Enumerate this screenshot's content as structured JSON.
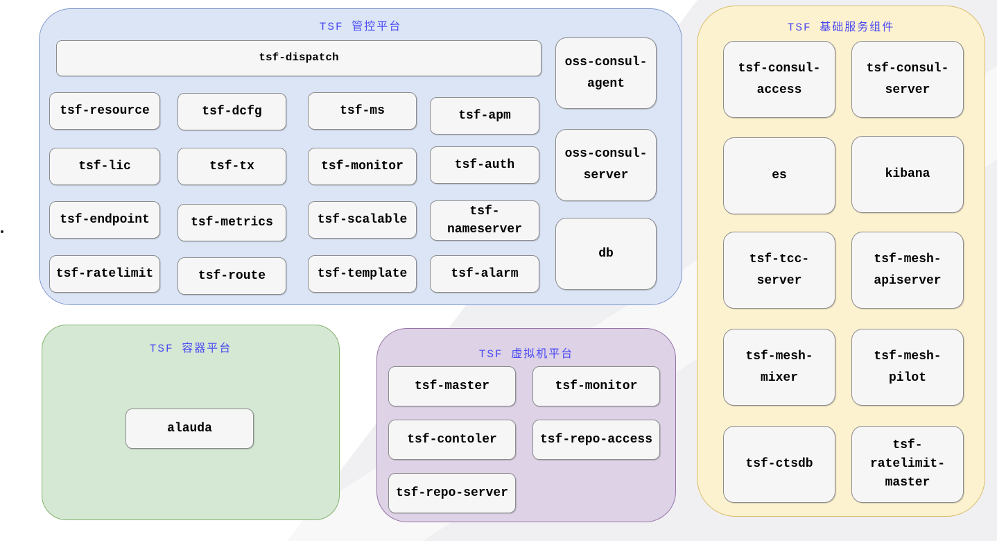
{
  "colors": {
    "control_fill": "#dbe5f6",
    "control_stroke": "#7e96c9",
    "container_fill": "#d5e8d4",
    "container_stroke": "#85b36d",
    "vm_fill": "#ddd2e6",
    "vm_stroke": "#9673a6",
    "base_fill": "#fdf2d0",
    "base_stroke": "#d9bd6b",
    "node_fill": "#f6f6f6",
    "node_stroke": "#8c8c8c",
    "title_text": "#4b4bf2",
    "node_text": "#000000"
  },
  "panels": {
    "control": {
      "title": "TSF 管控平台",
      "dispatch": "tsf-dispatch",
      "grid": [
        "tsf-resource",
        "tsf-dcfg",
        "tsf-ms",
        "tsf-apm",
        "tsf-lic",
        "tsf-tx",
        "tsf-monitor",
        "tsf-auth",
        "tsf-endpoint",
        "tsf-metrics",
        "tsf-scalable",
        "tsf-\nnameserver",
        "tsf-ratelimit",
        "tsf-route",
        "tsf-template",
        "tsf-alarm"
      ],
      "side": [
        "oss-consul-\nagent",
        "oss-consul-\nserver",
        "db"
      ]
    },
    "container": {
      "title": "TSF 容器平台",
      "nodes": [
        "alauda"
      ]
    },
    "vm": {
      "title": "TSF 虚拟机平台",
      "nodes": [
        "tsf-master",
        "tsf-monitor",
        "tsf-contoler",
        "tsf-repo-access",
        "tsf-repo-server"
      ]
    },
    "base": {
      "title": "TSF 基础服务组件",
      "nodes": [
        "tsf-consul-\naccess",
        "tsf-consul-\nserver",
        "es",
        "kibana",
        "tsf-tcc-\nserver",
        "tsf-mesh-\napiserver",
        "tsf-mesh-\nmixer",
        "tsf-mesh-\npilot",
        "tsf-ctsdb",
        "tsf-\nratelimit-\nmaster"
      ]
    }
  }
}
